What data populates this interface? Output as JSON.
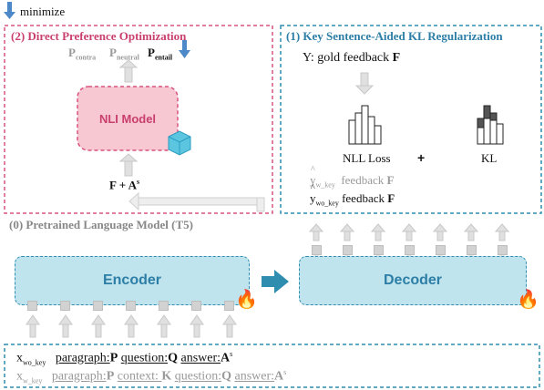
{
  "minimize": {
    "label": "minimize"
  },
  "dpo": {
    "title": "(2) Direct Preference Optimization",
    "p_contra_base": "P",
    "p_contra_sub": "contra",
    "p_neutral_base": "P",
    "p_neutral_sub": "neutral",
    "p_entail_base": "P",
    "p_entail_sub": "entail",
    "nli_model": "NLI Model",
    "input_base": "F + A",
    "input_sup": "s",
    "border_color": "#d9537e",
    "fill_color": "#f7c7d2"
  },
  "kl": {
    "title": "(1) Key Sentence-Aided KL Regularization",
    "gold": "Y: gold feedback ",
    "gold_bold": "F",
    "nll_loss": "NLL Loss",
    "plus": "+",
    "kl_label": "KL",
    "yhat_w_base": "y",
    "yhat_w_sub": "w_key",
    "yhat_w_text": "feedback ",
    "yhat_w_bold": "F",
    "yhat_wo_base": "y",
    "yhat_wo_sub": "wo_key",
    "yhat_wo_text": "feedback ",
    "yhat_wo_bold": "F",
    "border_color": "#2f8db0"
  },
  "plm": {
    "title": "(0) Pretrained Language Model (T5)",
    "encoder": "Encoder",
    "decoder": "Decoder",
    "block_color": "#bfe4ee",
    "accent": "#2f8db0"
  },
  "inputs": {
    "row1": {
      "x_base": "x",
      "x_sub": "wo_key",
      "p_label": "paragraph:",
      "p_val": "P",
      "q_label": "question:",
      "q_val": "Q",
      "a_label": "answer:",
      "a_val": "A",
      "a_sup": "s"
    },
    "row2": {
      "x_base": "x",
      "x_sub": "w_key",
      "p_label": "paragraph:",
      "p_val": "P",
      "c_label": "context: ",
      "c_val": "K",
      "q_label": "question:",
      "q_val": "Q",
      "a_label": "answer:",
      "a_val": "A",
      "a_sup": "s"
    }
  }
}
